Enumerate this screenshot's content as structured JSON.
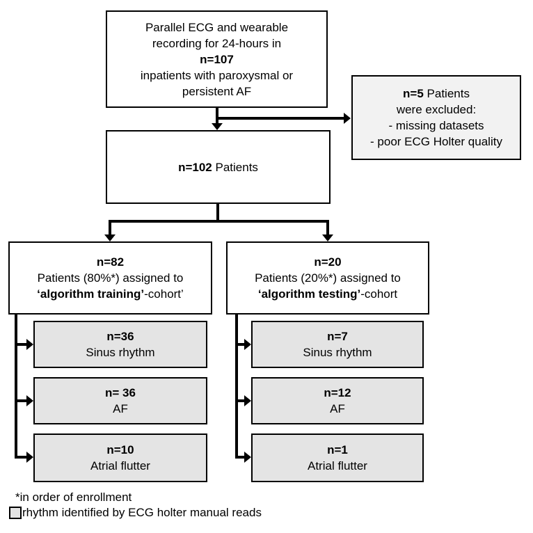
{
  "colors": {
    "box_border": "#000000",
    "outcome_fill": "#e4e4e4",
    "exclusion_fill": "#f2f2f2",
    "background": "#ffffff"
  },
  "enrollment_box": {
    "line1": "Parallel ECG and wearable",
    "line2": "recording for 24-hours in",
    "n": "n=107",
    "line3": "inpatients with paroxysmal or",
    "line4": "persistent AF"
  },
  "exclusion_box": {
    "n": "n=5",
    "n_suffix": " Patients",
    "line2": "were excluded:",
    "line3": "- missing datasets",
    "line4": "- poor ECG Holter quality"
  },
  "patients_box": {
    "n": "n=102",
    "suffix": " Patients"
  },
  "training_box": {
    "n": "n=82",
    "line2": "Patients (80%*) assigned to",
    "bold": "‘algorithm training’",
    "tail": "-cohort’"
  },
  "testing_box": {
    "n": "n=20",
    "line2": "Patients (20%*) assigned to",
    "bold": "‘algorithm testing’",
    "tail": "-cohort"
  },
  "training_outcomes": [
    {
      "n": "n=36",
      "label": "Sinus rhythm"
    },
    {
      "n": "n= 36",
      "label": "AF"
    },
    {
      "n": "n=10",
      "label": "Atrial flutter"
    }
  ],
  "testing_outcomes": [
    {
      "n": "n=7",
      "label": "Sinus rhythm"
    },
    {
      "n": "n=12",
      "label": "AF"
    },
    {
      "n": "n=1",
      "label": "Atrial flutter"
    }
  ],
  "footnotes": {
    "asterisk": "*in order of enrollment",
    "legend": "rhythm identified by ECG holter manual reads"
  }
}
